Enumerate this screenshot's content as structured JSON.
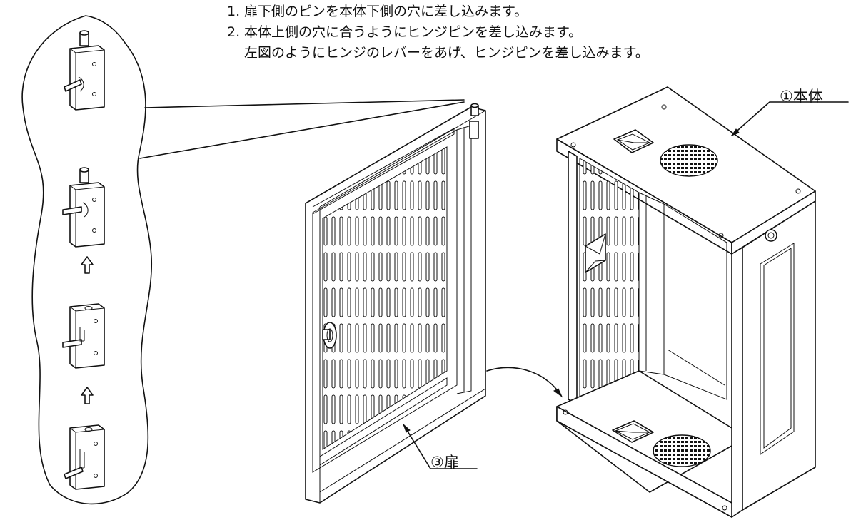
{
  "instructions": {
    "steps": [
      {
        "number": "1.",
        "text": "扉下側のピンを本体下側の穴に差し込みます。"
      },
      {
        "number": "2.",
        "text": "本体上側の穴に合うようにヒンジピンを差し込みます。"
      }
    ],
    "continuation": "左図のようにヒンジのレバーをあげ、ヒンジピンを差し込みます。"
  },
  "labels": {
    "body": "①本体",
    "door": "③扉"
  },
  "hinge_sequence": {
    "step_count": 4,
    "arrow_icon": "up-arrow-outline"
  }
}
